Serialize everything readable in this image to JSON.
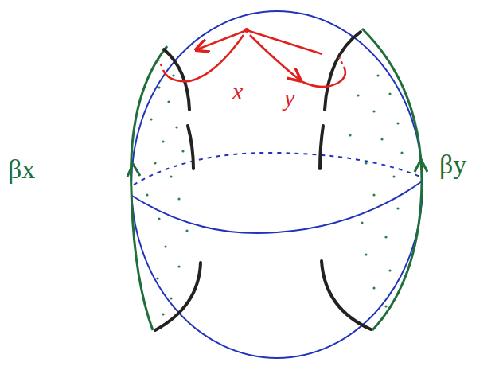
{
  "diagram": {
    "labels": [
      "x",
      "y",
      "βx",
      "βy"
    ]
  }
}
